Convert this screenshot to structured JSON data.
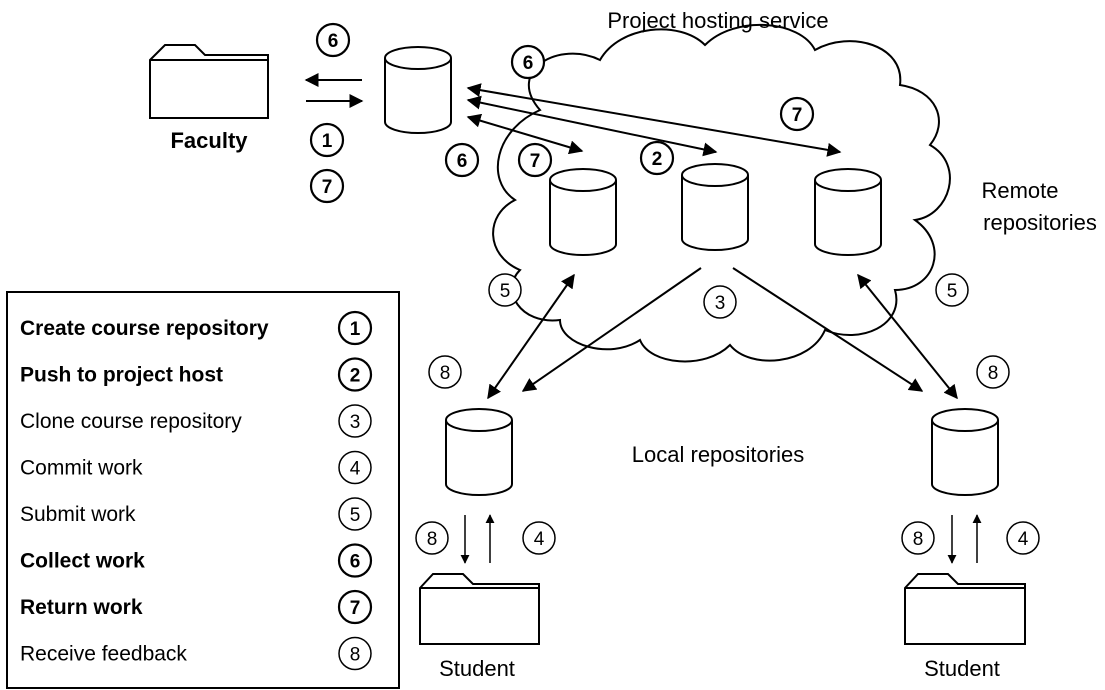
{
  "cloud_label": "Project hosting service",
  "remote_label_1": "Remote",
  "remote_label_2": "repositories",
  "local_label": "Local repositories",
  "faculty_label": "Faculty",
  "student_left_label": "Student",
  "student_right_label": "Student",
  "badges": {
    "faculty_top_6": "6",
    "faculty_1": "1",
    "faculty_7": "7",
    "cloud_6": "6",
    "left_6": "6",
    "left_7": "7",
    "mid_2": "2",
    "right_7": "7",
    "left_5": "5",
    "mid_3": "3",
    "right_5": "5",
    "left_8": "8",
    "right_8": "8",
    "left_bottom_8": "8",
    "left_bottom_4": "4",
    "right_bottom_8": "8",
    "right_bottom_4": "4"
  },
  "legend": [
    {
      "label": "Create course repository",
      "number": "1",
      "bold": true
    },
    {
      "label": "Push to project host",
      "number": "2",
      "bold": true
    },
    {
      "label": "Clone course repository",
      "number": "3",
      "bold": false
    },
    {
      "label": "Commit work",
      "number": "4",
      "bold": false
    },
    {
      "label": "Submit work",
      "number": "5",
      "bold": false
    },
    {
      "label": "Collect work",
      "number": "6",
      "bold": true
    },
    {
      "label": "Return work",
      "number": "7",
      "bold": true
    },
    {
      "label": "Receive feedback",
      "number": "8",
      "bold": false
    }
  ]
}
